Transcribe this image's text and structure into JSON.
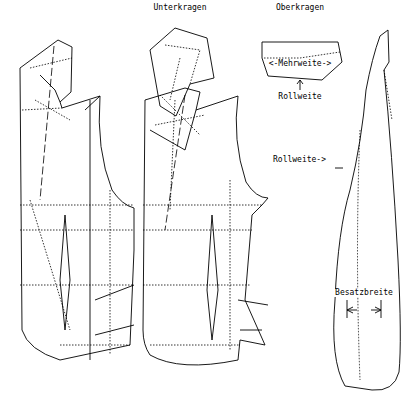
{
  "diagram": {
    "labels": [
      "Unterkragen",
      "Oberkragen",
      "<-Mehrweite->",
      "Rollweite",
      "Rollweite->",
      "Besatzbreite"
    ]
  }
}
